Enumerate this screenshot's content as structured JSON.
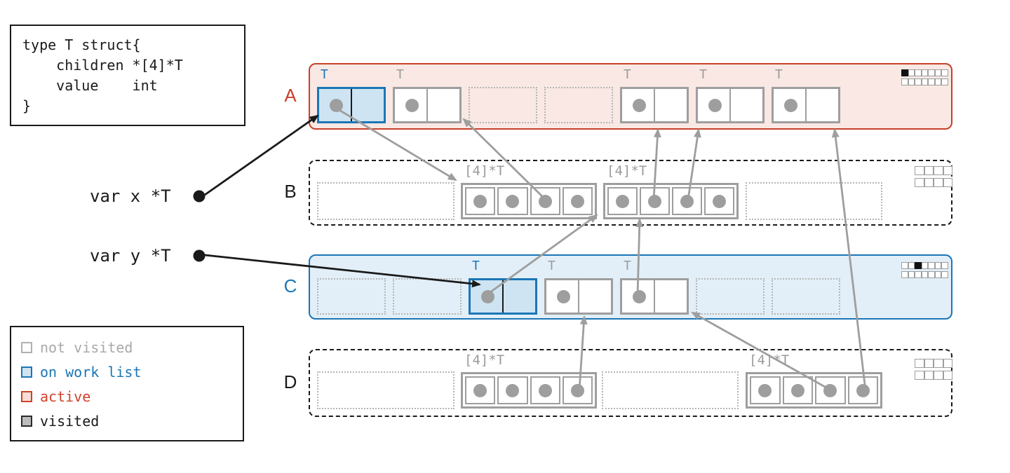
{
  "code_box": {
    "lines": [
      "type T struct{",
      "    children *[4]*T",
      "    value    int",
      "}"
    ]
  },
  "variables": [
    {
      "id": "x",
      "label": "var x *T",
      "points_to": "A slot 1"
    },
    {
      "id": "y",
      "label": "var y *T",
      "points_to": "C slot 3"
    }
  ],
  "legend": [
    {
      "label": "not visited",
      "swatch_border": "#b0b0b0",
      "swatch_fill": "#ffffff",
      "text_color": "#a9a9a9"
    },
    {
      "label": "on work list",
      "swatch_border": "#1b76b6",
      "swatch_fill": "#cfe4f2",
      "text_color": "#1b76b6"
    },
    {
      "label": "active",
      "swatch_border": "#d04129",
      "swatch_fill": "#f6ddd7",
      "text_color": "#d04129"
    },
    {
      "label": "visited",
      "swatch_border": "#2b2b2b",
      "swatch_fill": "#bdbdbd",
      "text_color": "#1a1a1a"
    }
  ],
  "colors": {
    "active": "#c8402a",
    "active_bg": "#f9e8e4",
    "work": "#1b76b6",
    "work_bg": "#e2eff8",
    "work_cell_bg": "#cfe4f2",
    "gray": "#9e9e9e",
    "gray_text": "#9b9b9b",
    "black": "#1a1a1a"
  },
  "spans": [
    {
      "id": "A",
      "label": "A",
      "style": "active",
      "bitmap": {
        "cols": 7,
        "rows": 2,
        "marked": [
          0
        ]
      },
      "slots": [
        {
          "kind": "T",
          "tag": "T",
          "state": "work",
          "dot": true
        },
        {
          "kind": "T",
          "tag": "T",
          "state": "plain",
          "dot": true
        },
        {
          "kind": "free"
        },
        {
          "kind": "free"
        },
        {
          "kind": "T",
          "tag": "T",
          "state": "plain",
          "dot": true
        },
        {
          "kind": "T",
          "tag": "T",
          "state": "plain",
          "dot": true
        },
        {
          "kind": "T",
          "tag": "T",
          "state": "plain",
          "dot": true
        }
      ]
    },
    {
      "id": "B",
      "label": "B",
      "style": "plain",
      "bitmap": {
        "cols": 4,
        "rows": 2,
        "marked": []
      },
      "slots": [
        {
          "kind": "free"
        },
        {
          "kind": "array",
          "tag": "[4]*T",
          "cells": 4
        },
        {
          "kind": "array",
          "tag": "[4]*T",
          "cells": 4
        },
        {
          "kind": "free"
        }
      ]
    },
    {
      "id": "C",
      "label": "C",
      "style": "work",
      "bitmap": {
        "cols": 7,
        "rows": 2,
        "marked": [
          2
        ]
      },
      "slots": [
        {
          "kind": "free"
        },
        {
          "kind": "free"
        },
        {
          "kind": "T",
          "tag": "T",
          "state": "work",
          "dot": true
        },
        {
          "kind": "T",
          "tag": "T",
          "state": "plain",
          "dot": true
        },
        {
          "kind": "T",
          "tag": "T",
          "state": "plain",
          "dot": true
        },
        {
          "kind": "free"
        },
        {
          "kind": "free"
        }
      ]
    },
    {
      "id": "D",
      "label": "D",
      "style": "plain",
      "bitmap": {
        "cols": 4,
        "rows": 2,
        "marked": []
      },
      "slots": [
        {
          "kind": "free"
        },
        {
          "kind": "array",
          "tag": "[4]*T",
          "cells": 4
        },
        {
          "kind": "free"
        },
        {
          "kind": "array",
          "tag": "[4]*T",
          "cells": 4
        }
      ]
    }
  ],
  "pointers": [
    {
      "id": "x_to_A1",
      "from": "var x",
      "to": "A slot 1",
      "color": "black"
    },
    {
      "id": "y_to_C3",
      "from": "var y",
      "to": "C slot 3",
      "color": "black"
    },
    {
      "id": "A1_to_B2",
      "from": "A slot 1",
      "to": "B array 1",
      "color": "gray"
    },
    {
      "id": "B2c3_to_A2",
      "from": "B array 1 cell 3",
      "to": "A slot 2",
      "color": "gray"
    },
    {
      "id": "B3c2_to_A5",
      "from": "B array 2 cell 2",
      "to": "A slot 5",
      "color": "gray"
    },
    {
      "id": "B3c3_to_A6",
      "from": "B array 2 cell 3",
      "to": "A slot 6",
      "color": "gray"
    },
    {
      "id": "C3_to_B3",
      "from": "C slot 3",
      "to": "B array 2",
      "color": "gray"
    },
    {
      "id": "C5_to_B3",
      "from": "C slot 5",
      "to": "B array 2",
      "color": "gray"
    },
    {
      "id": "D2c4_to_C4",
      "from": "D array 1 cell 4",
      "to": "C slot 4",
      "color": "gray"
    },
    {
      "id": "D4c3_to_C5",
      "from": "D array 2 cell 3",
      "to": "C slot 5",
      "color": "gray"
    },
    {
      "id": "D4c4_to_A7",
      "from": "D array 2 cell 4",
      "to": "A slot 7",
      "color": "gray"
    }
  ]
}
